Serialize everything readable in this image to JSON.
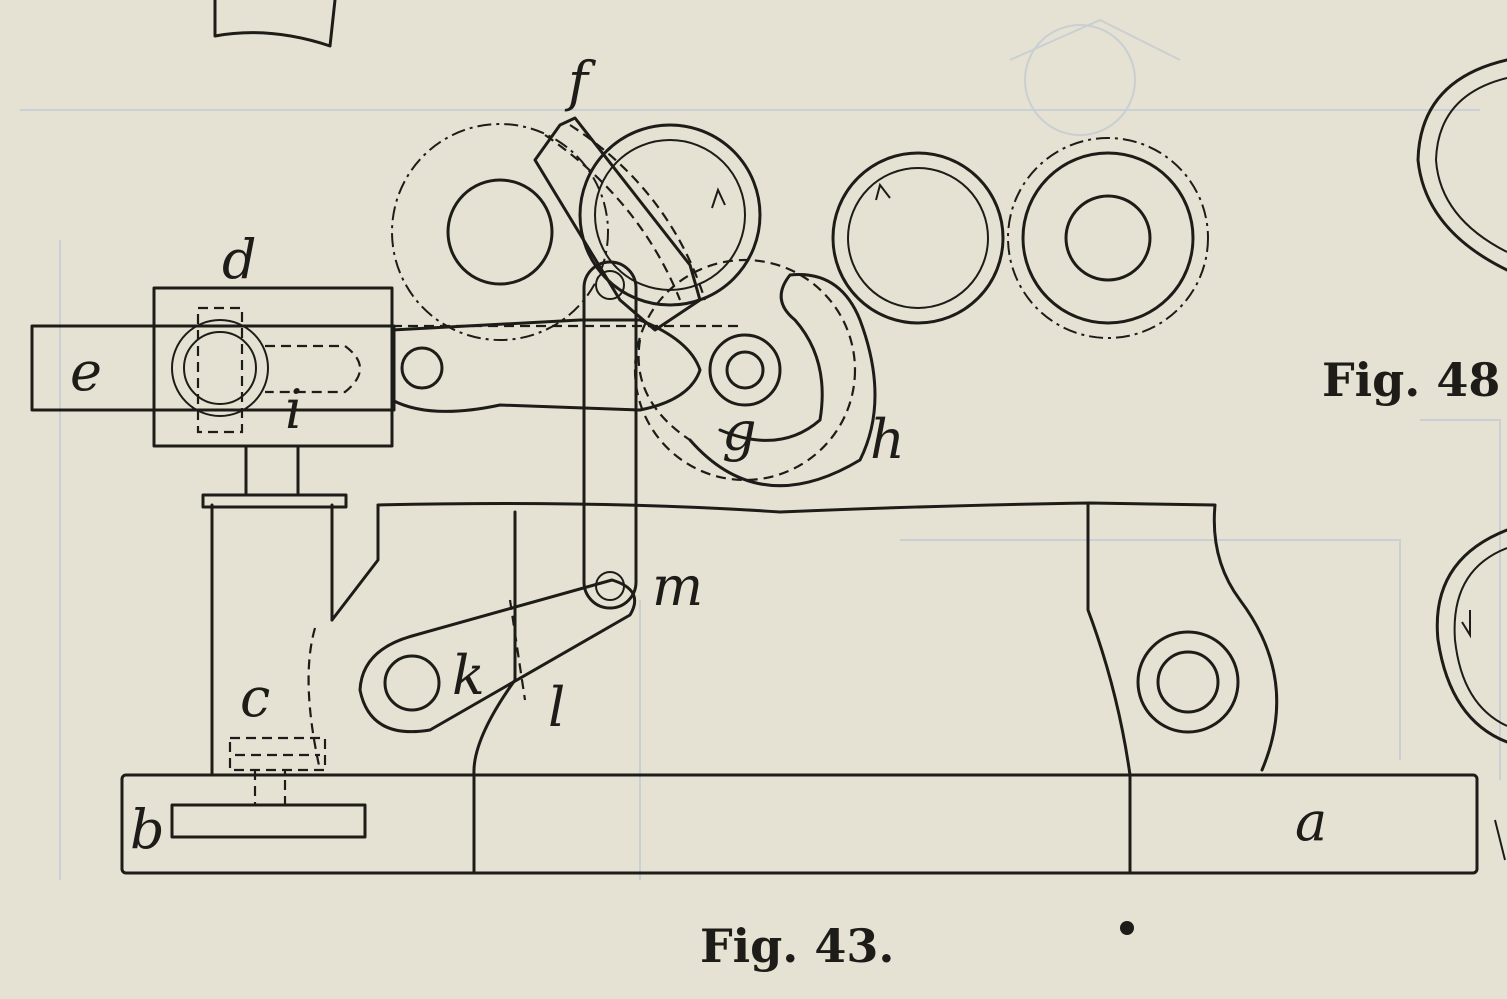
{
  "figure": {
    "caption_main": "Fig. 43.",
    "caption_side": "Fig. 48",
    "labels": {
      "a": "a",
      "b": "b",
      "c": "c",
      "d": "d",
      "e": "e",
      "f": "f",
      "g": "g",
      "h": "h",
      "i": "i",
      "k": "k",
      "l": "l",
      "m": "m"
    }
  },
  "colors": {
    "paper": "#e6e2d3",
    "ink": "#1e1c18",
    "show_through": "#c9cfd2"
  }
}
